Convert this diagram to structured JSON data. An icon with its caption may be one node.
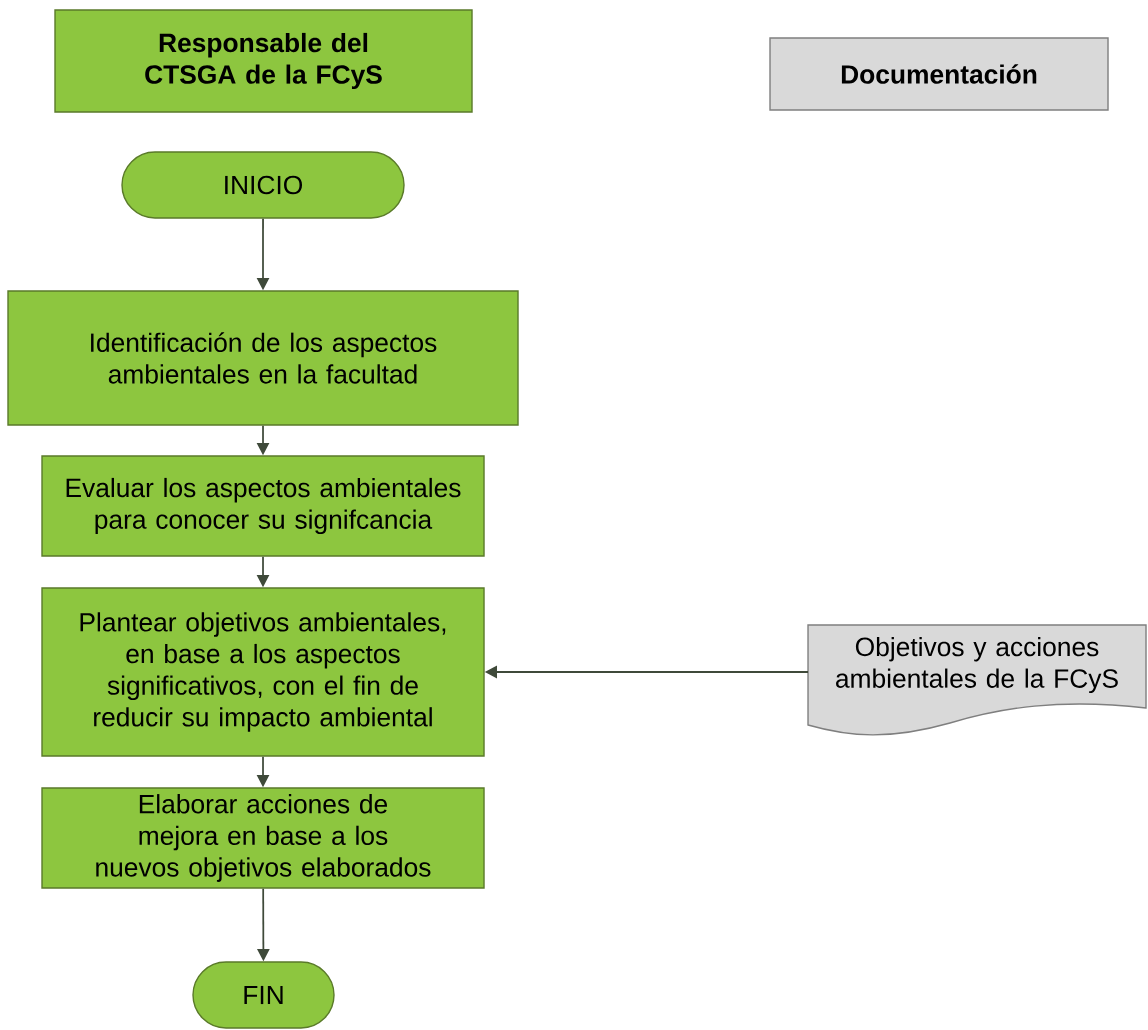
{
  "diagram": {
    "nodes": [
      {
        "text": [
          "Responsable del CTSGA de la FCyS"
        ]
      },
      {
        "text": [
          "Documentación"
        ]
      },
      {
        "text": [
          "INICIO"
        ]
      },
      {
        "text": [
          "Identificación de los aspectos ambientales en la facultad"
        ]
      },
      {
        "text": [
          "Evaluar los aspectos ambientales para conocer su signifcancia"
        ]
      },
      {
        "text": [
          "Plantear objetivos ambientales, en base a los aspectos significativos, con el fin de reducir su impacto ambiental"
        ]
      },
      {
        "text": [
          "Elaborar acciones de mejora en base a los nuevos objetivos elaborados"
        ]
      },
      {
        "text": [
          "FIN"
        ]
      },
      {
        "text": [
          "Objetivos y acciones ambientales de la FCyS"
        ]
      }
    ],
    "edges": [
      {
        "from": 2,
        "to": 3,
        "arrow": "to"
      },
      {
        "from": 3,
        "to": 4,
        "arrow": "to"
      },
      {
        "from": 4,
        "to": 5,
        "arrow": "to"
      },
      {
        "from": 5,
        "to": 6,
        "arrow": "to"
      },
      {
        "from": 6,
        "to": 7,
        "arrow": "to"
      },
      {
        "from": 8,
        "to": 5,
        "arrow": "to"
      }
    ]
  }
}
